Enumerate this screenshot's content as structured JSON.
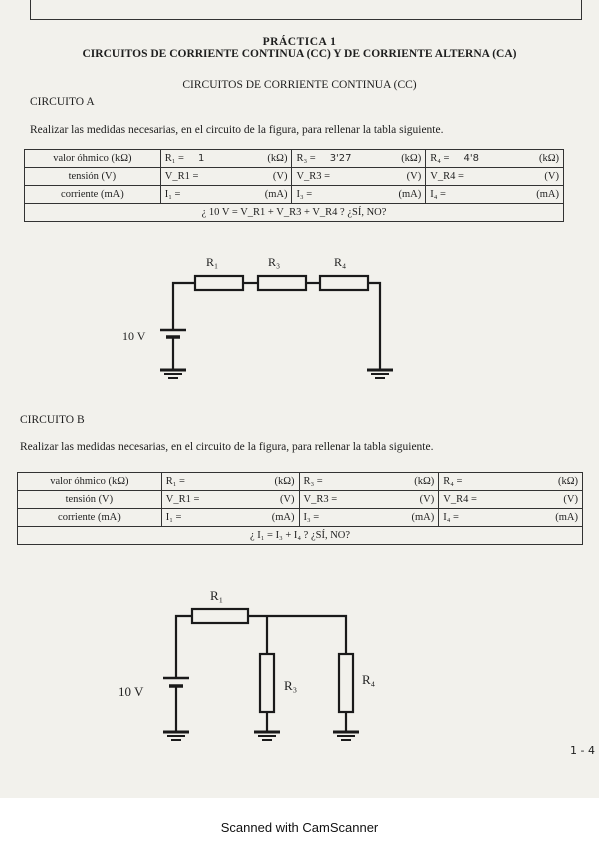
{
  "header": {
    "practice": "PRÁCTICA 1",
    "main_title": "CIRCUITOS DE CORRIENTE CONTINUA (CC) Y DE CORRIENTE ALTERNA (CA)",
    "section_title": "CIRCUITOS DE CORRIENTE CONTINUA (CC)"
  },
  "circuit_a": {
    "heading": "CIRCUITO A",
    "instruction": "Realizar las medidas necesarias, en el circuito de la figura, para rellenar la tabla siguiente.",
    "table": {
      "rows": [
        {
          "label": "valor óhmico (kΩ)",
          "c1": "R₁ =",
          "v1": "1",
          "u1": "(kΩ)",
          "c2": "R₃ =",
          "v2": "3'27",
          "u2": "(kΩ)",
          "c3": "R₄ =",
          "v3": "4'8",
          "u3": "(kΩ)"
        },
        {
          "label": "tensión (V)",
          "c1": "V_R1 =",
          "v1": "",
          "u1": "(V)",
          "c2": "V_R3 =",
          "v2": "",
          "u2": "(V)",
          "c3": "V_R4 =",
          "v3": "",
          "u3": "(V)"
        },
        {
          "label": "corriente (mA)",
          "c1": "I₁ =",
          "v1": "",
          "u1": "(mA)",
          "c2": "I₃ =",
          "v2": "",
          "u2": "(mA)",
          "c3": "I₄ =",
          "v3": "",
          "u3": "(mA)"
        }
      ],
      "footer": "¿ 10 V = V_R1 + V_R3 + V_R4 ? ¿SÍ, NO?"
    },
    "diagram": {
      "r1": "R₁",
      "r3": "R₃",
      "r4": "R₄",
      "source": "10 V"
    }
  },
  "circuit_b": {
    "heading": "CIRCUITO B",
    "instruction": "Realizar las medidas necesarias, en el circuito de la figura, para rellenar la tabla siguiente.",
    "table": {
      "rows": [
        {
          "label": "valor óhmico (kΩ)",
          "c1": "R₁ =",
          "u1": "(kΩ)",
          "c2": "R₃ =",
          "u2": "(kΩ)",
          "c3": "R₄ =",
          "u3": "(kΩ)"
        },
        {
          "label": "tensión (V)",
          "c1": "V_R1 =",
          "u1": "(V)",
          "c2": "V_R3 =",
          "u2": "(V)",
          "c3": "V_R4 =",
          "u3": "(V)"
        },
        {
          "label": "corriente (mA)",
          "c1": "I₁ =",
          "u1": "(mA)",
          "c2": "I₃ =",
          "u2": "(mA)",
          "c3": "I₄ =",
          "u3": "(mA)"
        }
      ],
      "footer": "¿ I₁ = I₃ + I₄ ? ¿SÍ, NO?"
    },
    "diagram": {
      "r1": "R₁",
      "r3": "R₃",
      "r4": "R₄",
      "source": "10 V"
    }
  },
  "page_number": "1 - 4",
  "scanner_watermark": "Scanned with CamScanner"
}
